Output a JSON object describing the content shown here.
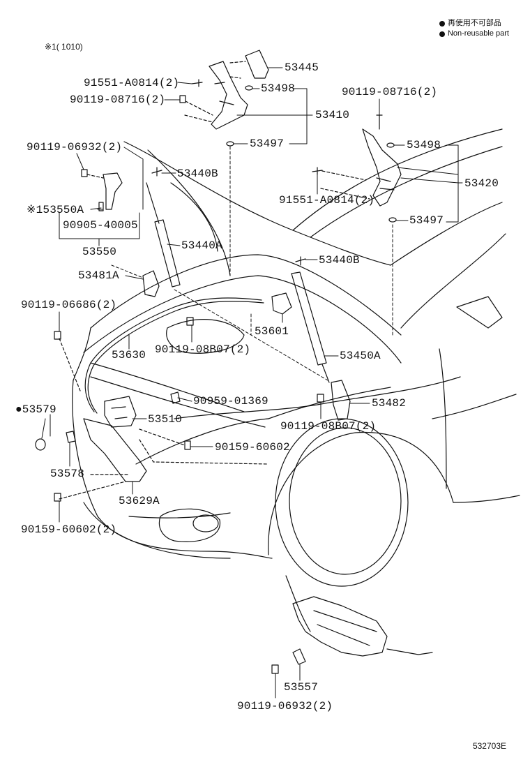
{
  "legend": {
    "japanese": "再使用不可部品",
    "english": "Non-reusable part"
  },
  "note": "※1(          1010)",
  "figure_code": "532703E",
  "colors": {
    "ink": "#111111",
    "background": "#ffffff"
  },
  "labels": [
    {
      "id": "p53445",
      "text": "53445"
    },
    {
      "id": "p91551a",
      "text": "91551-A0814(2)"
    },
    {
      "id": "p53498a",
      "text": "53498"
    },
    {
      "id": "p90119_08716a",
      "text": "90119-08716(2)"
    },
    {
      "id": "p53410",
      "text": "53410"
    },
    {
      "id": "p90119_08716b",
      "text": "90119-08716(2)"
    },
    {
      "id": "p90119_06932a",
      "text": "90119-06932(2)"
    },
    {
      "id": "p53497a",
      "text": "53497"
    },
    {
      "id": "p53498b",
      "text": "53498"
    },
    {
      "id": "p53440b1",
      "text": "53440B"
    },
    {
      "id": "p53420",
      "text": "53420"
    },
    {
      "id": "p91551b",
      "text": "91551-A0814(2)"
    },
    {
      "id": "p53550a",
      "text": "※153550A"
    },
    {
      "id": "p90905",
      "text": "90905-40005"
    },
    {
      "id": "p53497b",
      "text": "53497"
    },
    {
      "id": "p53550",
      "text": "53550"
    },
    {
      "id": "p53440a",
      "text": "53440A"
    },
    {
      "id": "p53440b2",
      "text": "53440B"
    },
    {
      "id": "p53481a",
      "text": "53481A"
    },
    {
      "id": "p90119_06686",
      "text": "90119-06686(2)"
    },
    {
      "id": "p53601",
      "text": "53601"
    },
    {
      "id": "p53630",
      "text": "53630"
    },
    {
      "id": "p90119_08b07a",
      "text": "90119-08B07(2)"
    },
    {
      "id": "p53450a",
      "text": "53450A"
    },
    {
      "id": "p90959",
      "text": "90959-01369"
    },
    {
      "id": "p53579",
      "text": "●53579"
    },
    {
      "id": "p53482",
      "text": "53482"
    },
    {
      "id": "p53510",
      "text": "53510"
    },
    {
      "id": "p90119_08b07b",
      "text": "90119-08B07(2)"
    },
    {
      "id": "p90159a",
      "text": "90159-60602"
    },
    {
      "id": "p53578",
      "text": "53578"
    },
    {
      "id": "p53629a",
      "text": "53629A"
    },
    {
      "id": "p90159b",
      "text": "90159-60602(2)"
    },
    {
      "id": "p53557",
      "text": "53557"
    },
    {
      "id": "p90119_06932b",
      "text": "90119-06932(2)"
    }
  ]
}
